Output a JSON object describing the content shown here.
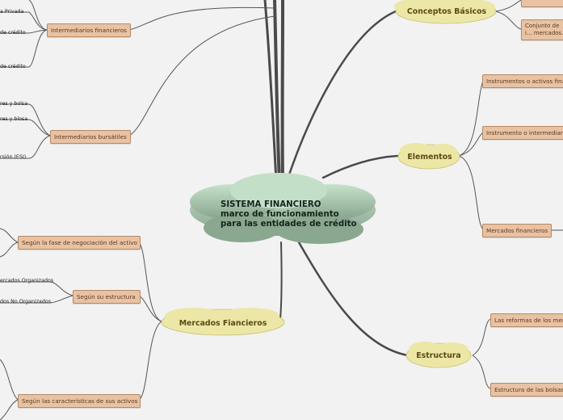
{
  "central": {
    "lines": [
      "SISTEMA FINANCIERO",
      "marco de funcionamiento",
      "para las entidades de crédito"
    ]
  },
  "main_topics": {
    "conceptos": "Conceptos Básicos",
    "elementos": "Elementos",
    "estructura": "Estructura",
    "mercados": "Mercados Fiancieros"
  },
  "subtopics": {
    "conjunto": "Conjunto de i... mercados.",
    "instrumentos_activos": "Instrumentos o activos fina",
    "instrumento_intermediario": "Instrumento o intermediari",
    "mercados_financieros": "Mercados financieros",
    "reformas": "Las reformas de los mer",
    "estructura_bolsas": "Estructura de las bolsas",
    "intermediarios_financieros": "Intermediarios financieros",
    "intermediarios_bursatiles": "Intermediarios bursátiles",
    "segun_fase": "Según la fase de negociación del activo",
    "segun_estructura": "Según su estructura",
    "segun_caracteristicas": "Según las características de sus activos"
  },
  "leaves": {
    "banca_privada": "a Privada",
    "credito_1": "de crédito",
    "credito_2": "de crédito",
    "bolsa_1": "res y bolsa",
    "bolsa_2": "res y blosa",
    "esi": "rsión (ESI)",
    "organizados": "ercados Organizados",
    "no_organizados": "dos No Organizados"
  },
  "colors": {
    "background": "#f2f2f2",
    "branch": "#4a4a4a",
    "cloud_main": "#ece7a6",
    "cloud_central": "#a9c9ad",
    "node_fill": "#e8c2a2"
  }
}
